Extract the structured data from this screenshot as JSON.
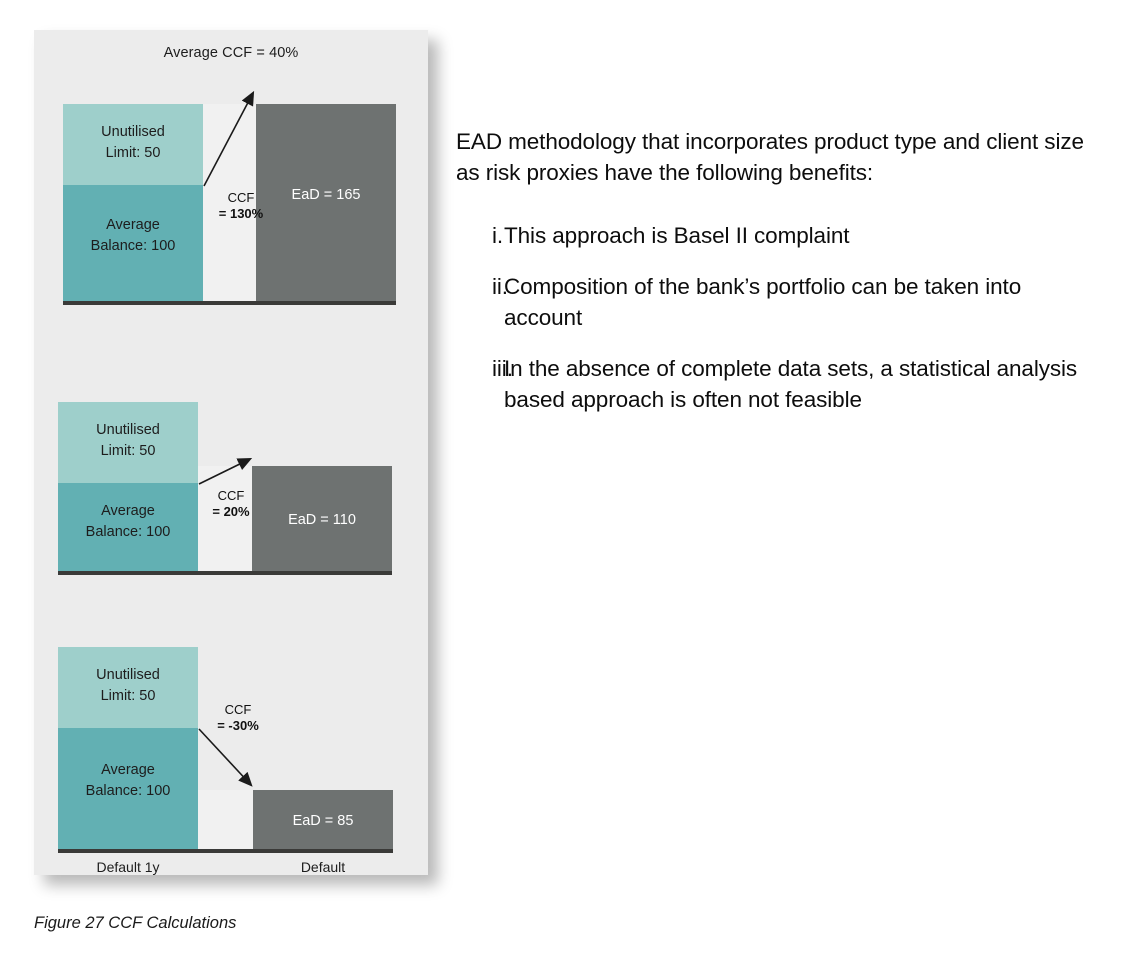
{
  "figure": {
    "caption": "Figure 27 CCF Calculations",
    "chart_title": "Average CCF = 40%",
    "axis_labels": {
      "left": "Default 1y",
      "right": "Default"
    },
    "colors": {
      "unutilised": "#9ecfcb",
      "average_balance": "#62b0b3",
      "ead": "#6e7271",
      "gap": "#f1f1f1",
      "panel_background": "#ececec",
      "baseline": "#3a3a38"
    }
  },
  "chart_data": {
    "type": "bar",
    "title": "Average CCF = 40%",
    "xlabel": "",
    "ylabel": "",
    "categories": [
      "Default 1y",
      "Default"
    ],
    "panels": [
      {
        "name": "panel-high-ccf",
        "unutilised_limit_label": "Unutilised\nLimit: 50",
        "unutilised_limit_line1": "Unutilised",
        "unutilised_limit_line2": "Limit: 50",
        "unutilised_limit_value": 50,
        "average_balance_line1": "Average",
        "average_balance_line2": "Balance: 100",
        "average_balance_value": 100,
        "ccf_label": "CCF",
        "ccf_value_label": "= 130%",
        "ccf_value": 130,
        "ead_label": "EaD = 165",
        "ead_value": 165
      },
      {
        "name": "panel-mid-ccf",
        "unutilised_limit_line1": "Unutilised",
        "unutilised_limit_line2": "Limit: 50",
        "unutilised_limit_value": 50,
        "average_balance_line1": "Average",
        "average_balance_line2": "Balance: 100",
        "average_balance_value": 100,
        "ccf_label": "CCF",
        "ccf_value_label": "= 20%",
        "ccf_value": 20,
        "ead_label": "EaD = 110",
        "ead_value": 110
      },
      {
        "name": "panel-negative-ccf",
        "unutilised_limit_line1": "Unutilised",
        "unutilised_limit_line2": "Limit: 50",
        "unutilised_limit_value": 50,
        "average_balance_line1": "Average",
        "average_balance_line2": "Balance: 100",
        "average_balance_value": 100,
        "ccf_label": "CCF",
        "ccf_value_label": "= -30%",
        "ccf_value": -30,
        "ead_label": "EaD = 85",
        "ead_value": 85
      }
    ],
    "average_ccf": 40
  },
  "content": {
    "intro": "EAD methodology that incorporates product type and client size as risk proxies have the following benefits:",
    "benefits": [
      {
        "marker": "i.",
        "text": "This approach is Basel II complaint"
      },
      {
        "marker": "ii.",
        "text": "Composition of the bank’s portfolio can be taken into account"
      },
      {
        "marker": "iii.",
        "text": "In the absence of complete data sets, a statistical analysis based approach is often not feasible"
      }
    ]
  }
}
